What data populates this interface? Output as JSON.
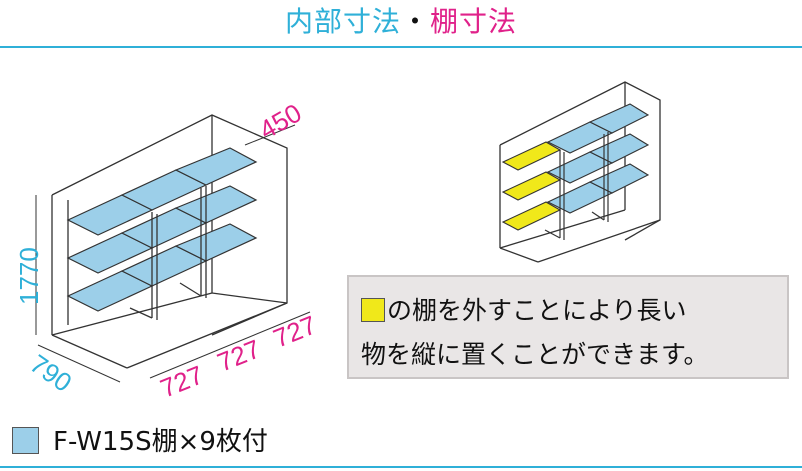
{
  "title": {
    "part1": "内部寸法",
    "separator": "・",
    "part2": "棚寸法"
  },
  "dimensions": {
    "depth_shelf": "450",
    "height": "1770",
    "depth": "790",
    "widths": [
      "727",
      "727",
      "727"
    ]
  },
  "note": {
    "line1": "の棚を外すことにより長い",
    "line2": "物を縦に置くことができます。"
  },
  "legend": {
    "label": "F-W15S棚×9枚付"
  },
  "colors": {
    "cyan": "#2fb0d8",
    "magenta": "#e0218a",
    "shelf_blue": "#9ccfe9",
    "shelf_yellow": "#f0e81a",
    "note_bg": "#e9e6e6"
  }
}
